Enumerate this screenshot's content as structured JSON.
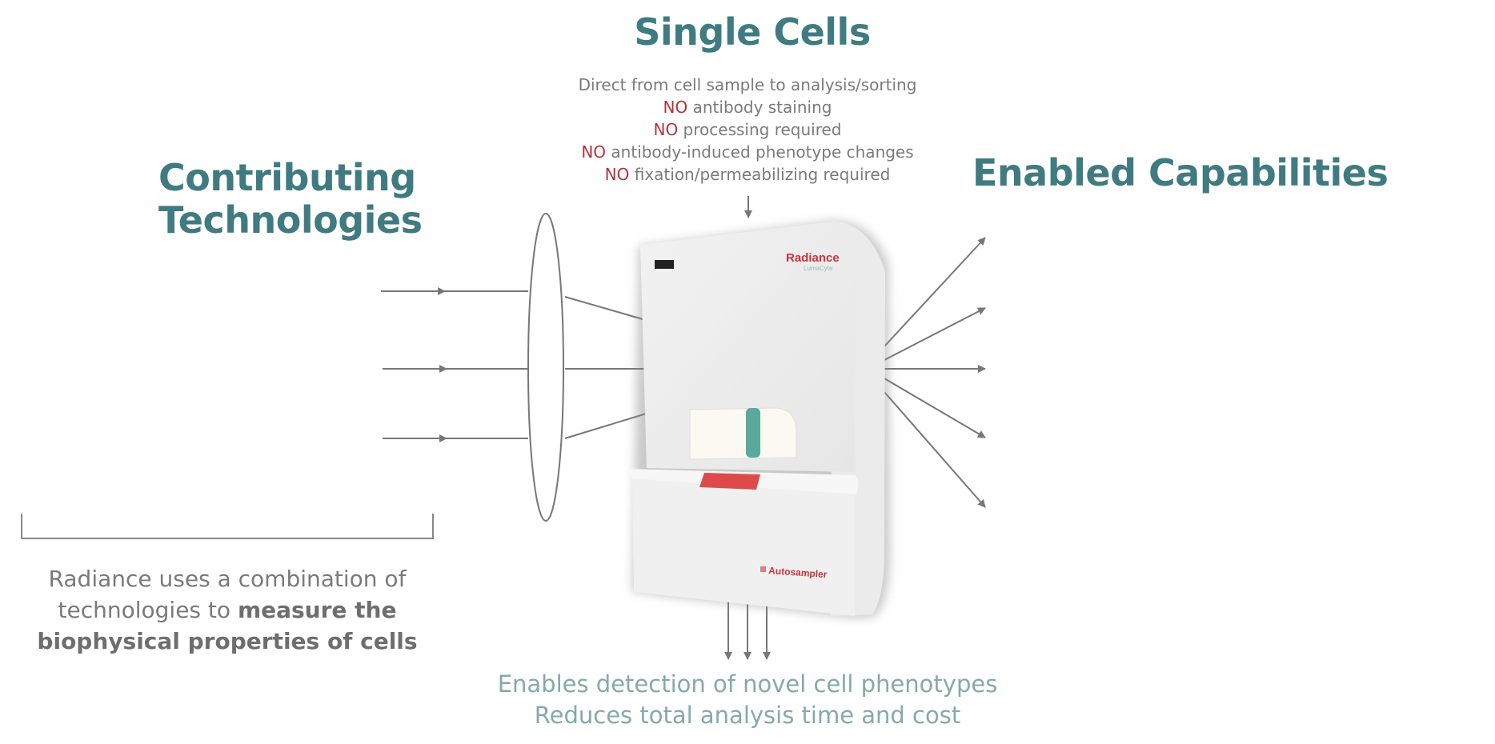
{
  "single_cells": {
    "title": "Single Cells",
    "lines": [
      {
        "prefix": "",
        "text": "Direct from cell sample to analysis/sorting"
      },
      {
        "prefix": "NO",
        "text": " antibody staining"
      },
      {
        "prefix": "NO",
        "text": " processing required"
      },
      {
        "prefix": "NO",
        "text": " antibody-induced phenotype changes"
      },
      {
        "prefix": "NO",
        "text": " fixation/permeabilizing required"
      }
    ]
  },
  "contributing": {
    "title_line1": "Contributing",
    "title_line2": "Technologies"
  },
  "enabled": {
    "title": "Enabled Capabilities"
  },
  "summary": {
    "line1": "Radiance uses a combination of",
    "line2_plain": "technologies to ",
    "line2_bold": "measure the",
    "line3_bold": "biophysical properties of cells"
  },
  "benefits": [
    "Enables detection of novel cell phenotypes",
    "Reduces total analysis time and cost"
  ],
  "device": {
    "brand": "Radiance",
    "maker": "LumaCyte",
    "module": "Autosampler"
  },
  "colors": {
    "teal": "#3f7b80",
    "red": "#b3333b",
    "gray": "#7a7a7a",
    "arrow": "#777777"
  }
}
